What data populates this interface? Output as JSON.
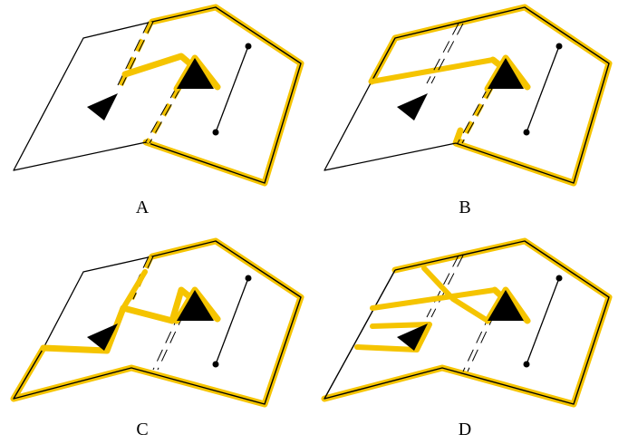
{
  "colors": {
    "highlight": "#f5c400",
    "ink": "#000000",
    "background": "#ffffff"
  },
  "panels": [
    {
      "id": "A",
      "label": "A"
    },
    {
      "id": "B",
      "label": "B"
    },
    {
      "id": "C",
      "label": "C"
    },
    {
      "id": "D",
      "label": "D"
    }
  ]
}
